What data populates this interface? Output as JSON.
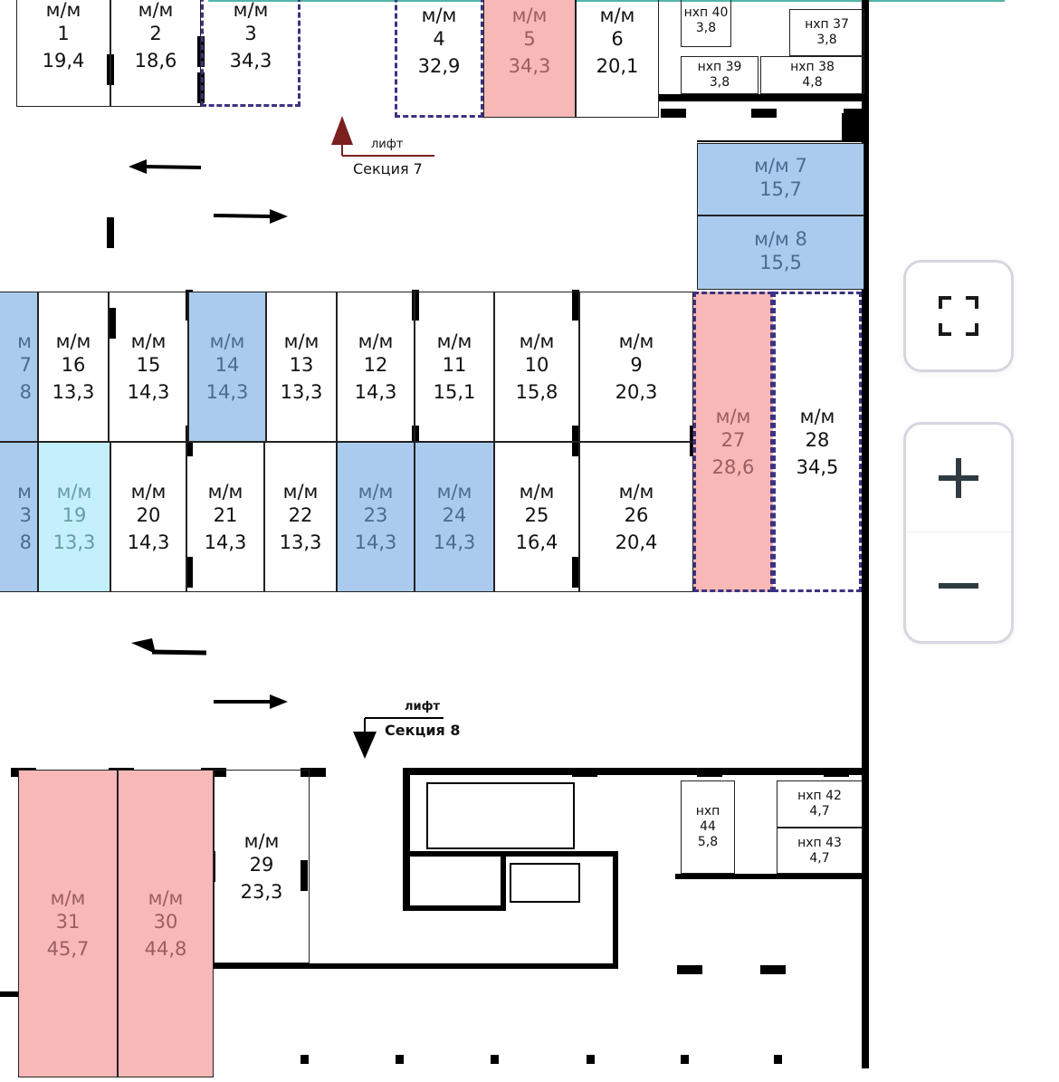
{
  "colors": {
    "sold_or_reserved": "#f7b8b7",
    "available": "#aacbee",
    "selected": "#c3f0fa",
    "dashed_outline": "#3b3282"
  },
  "spots": [
    {
      "id": "1",
      "lines": [
        "м/м",
        "1",
        "19,4"
      ],
      "status": "free"
    },
    {
      "id": "2",
      "lines": [
        "м/м",
        "2",
        "18,6"
      ],
      "status": "free"
    },
    {
      "id": "3",
      "lines": [
        "м/м",
        "3",
        "34,3"
      ],
      "status": "free",
      "dashed": true
    },
    {
      "id": "4",
      "lines": [
        "м/м",
        "4",
        "32,9"
      ],
      "status": "free",
      "dashed": true
    },
    {
      "id": "5",
      "lines": [
        "м/м",
        "5",
        "34,3"
      ],
      "status": "pink"
    },
    {
      "id": "6",
      "lines": [
        "м/м",
        "6",
        "20,1"
      ],
      "status": "free"
    },
    {
      "id": "n40",
      "lines": [
        "нхп 40",
        "3,8",
        ""
      ],
      "status": "free",
      "nxp": true
    },
    {
      "id": "n37",
      "lines": [
        "нхп 37",
        "3,8",
        ""
      ],
      "status": "free",
      "nxp": true
    },
    {
      "id": "n39",
      "lines": [
        "нхп 39",
        "3,8",
        ""
      ],
      "status": "free",
      "nxp": true
    },
    {
      "id": "n38",
      "lines": [
        "нхп 38",
        "4,8",
        ""
      ],
      "status": "free",
      "nxp": true
    },
    {
      "id": "7",
      "lines": [
        "м/м 7",
        "15,7",
        ""
      ],
      "status": "blue"
    },
    {
      "id": "8",
      "lines": [
        "м/м 8",
        "15,5",
        ""
      ],
      "status": "blue"
    },
    {
      "id": "17",
      "lines": [
        "м",
        "7",
        "8"
      ],
      "status": "blue"
    },
    {
      "id": "16",
      "lines": [
        "м/м",
        "16",
        "13,3"
      ],
      "status": "free"
    },
    {
      "id": "15",
      "lines": [
        "м/м",
        "15",
        "14,3"
      ],
      "status": "free"
    },
    {
      "id": "14",
      "lines": [
        "м/м",
        "14",
        "14,3"
      ],
      "status": "blue"
    },
    {
      "id": "13",
      "lines": [
        "м/м",
        "13",
        "13,3"
      ],
      "status": "free"
    },
    {
      "id": "12",
      "lines": [
        "м/м",
        "12",
        "14,3"
      ],
      "status": "free"
    },
    {
      "id": "11",
      "lines": [
        "м/м",
        "11",
        "15,1"
      ],
      "status": "free"
    },
    {
      "id": "10",
      "lines": [
        "м/м",
        "10",
        "15,8"
      ],
      "status": "free"
    },
    {
      "id": "9",
      "lines": [
        "м/м",
        "9",
        "20,3"
      ],
      "status": "free"
    },
    {
      "id": "18",
      "lines": [
        "м",
        "3",
        "8"
      ],
      "status": "blue"
    },
    {
      "id": "19",
      "lines": [
        "м/м",
        "19",
        "13,3"
      ],
      "status": "cyan"
    },
    {
      "id": "20",
      "lines": [
        "м/м",
        "20",
        "14,3"
      ],
      "status": "free"
    },
    {
      "id": "21",
      "lines": [
        "м/м",
        "21",
        "14,3"
      ],
      "status": "free"
    },
    {
      "id": "22",
      "lines": [
        "м/м",
        "22",
        "13,3"
      ],
      "status": "free"
    },
    {
      "id": "23",
      "lines": [
        "м/м",
        "23",
        "14,3"
      ],
      "status": "blue"
    },
    {
      "id": "24",
      "lines": [
        "м/м",
        "24",
        "14,3"
      ],
      "status": "blue"
    },
    {
      "id": "25",
      "lines": [
        "м/м",
        "25",
        "16,4"
      ],
      "status": "free"
    },
    {
      "id": "26",
      "lines": [
        "м/м",
        "26",
        "20,4"
      ],
      "status": "free"
    },
    {
      "id": "27",
      "lines": [
        "м/м",
        "27",
        "28,6"
      ],
      "status": "pink",
      "dashed": true
    },
    {
      "id": "28",
      "lines": [
        "м/м",
        "28",
        "34,5"
      ],
      "status": "free",
      "dashed": true
    },
    {
      "id": "31",
      "lines": [
        "м/м",
        "31",
        "45,7"
      ],
      "status": "pink"
    },
    {
      "id": "30",
      "lines": [
        "м/м",
        "30",
        "44,8"
      ],
      "status": "pink"
    },
    {
      "id": "29",
      "lines": [
        "м/м",
        "29",
        "23,3"
      ],
      "status": "free"
    },
    {
      "id": "n44",
      "lines": [
        "нхп",
        "44",
        "5,8"
      ],
      "status": "free",
      "nxp": true
    },
    {
      "id": "n42",
      "lines": [
        "нхп 42",
        "4,7",
        ""
      ],
      "status": "free",
      "nxp": true
    },
    {
      "id": "n43",
      "lines": [
        "нхп 43",
        "4,7",
        ""
      ],
      "status": "free",
      "nxp": true
    }
  ],
  "labels": {
    "lift7": "лифт",
    "section7": "Секция 7",
    "lift8": "лифт",
    "section8": "Секция 8"
  },
  "controls": {
    "fullscreen_icon": "fullscreen-icon",
    "zoom_in_icon": "plus-icon",
    "zoom_out_icon": "minus-icon"
  }
}
